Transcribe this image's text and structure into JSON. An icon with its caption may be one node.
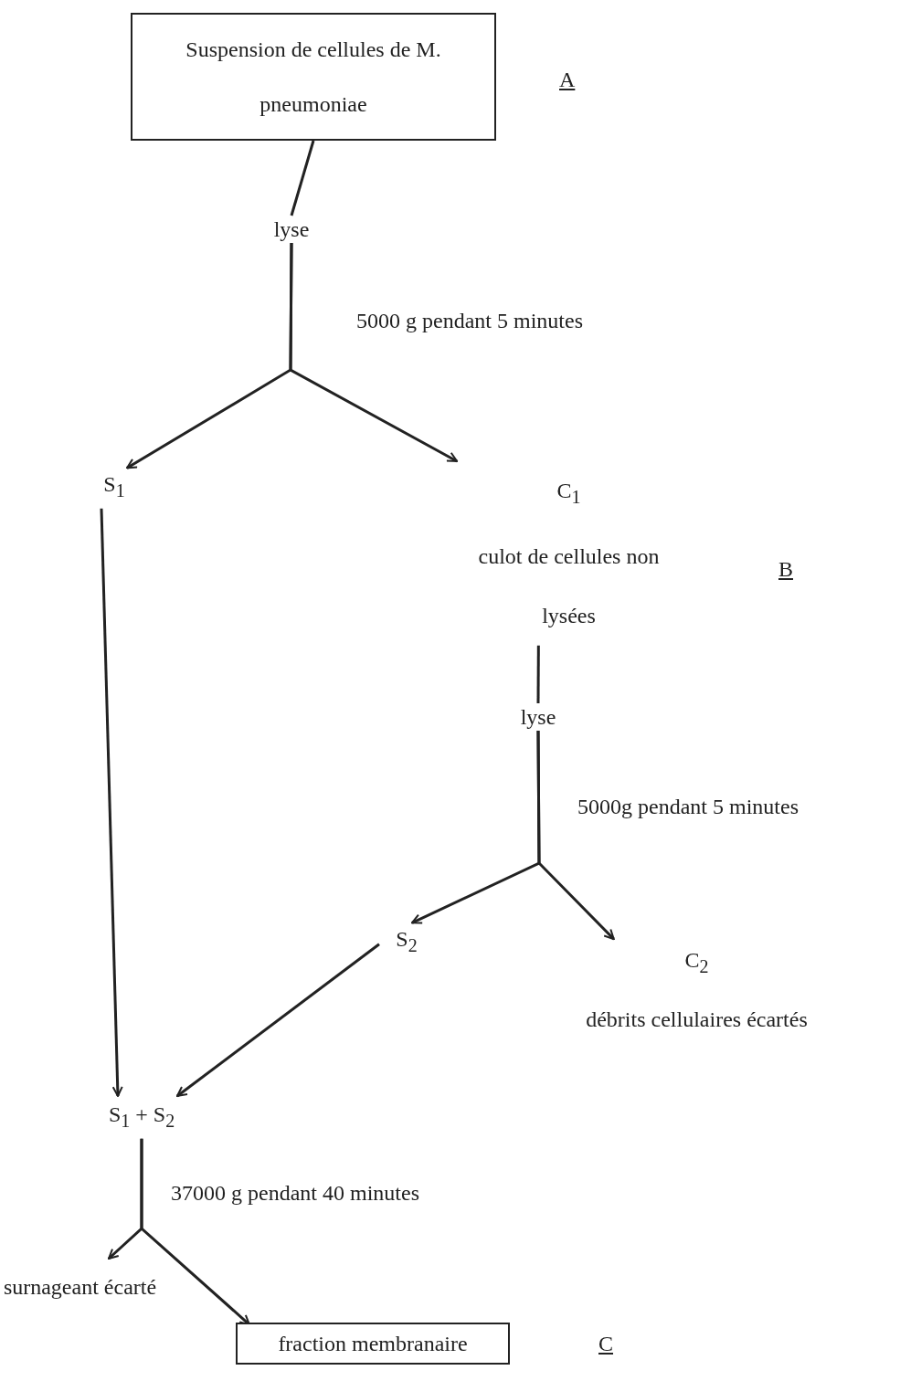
{
  "diagram": {
    "nodes": [
      {
        "text": [
          "Suspension de cellules de M. pneumoniae"
        ]
      },
      {
        "text": [
          "lyse"
        ]
      },
      {
        "text": [
          "S$_{1}$"
        ]
      },
      {
        "text": [
          "C$_{1}$",
          "culot de cellules non lysées"
        ]
      },
      {
        "text": [
          "lyse"
        ]
      },
      {
        "text": [
          "S$_{2}$"
        ]
      },
      {
        "text": [
          "C$_{2}$",
          "débrits cellulaires écartés"
        ]
      },
      {
        "text": [
          "S$_{1}$ + S$_{2}$"
        ]
      },
      {
        "text": [
          "surnageant écarté"
        ]
      },
      {
        "text": [
          "fraction membranaire"
        ]
      }
    ],
    "edges": [
      {
        "from": 0,
        "to": 1,
        "arrow": "none"
      },
      {
        "from": 1,
        "to": 2,
        "arrow": "to"
      },
      {
        "from": 1,
        "to": 3,
        "arrow": "to"
      },
      {
        "from": 3,
        "to": 4,
        "arrow": "none"
      },
      {
        "from": 4,
        "to": 5,
        "arrow": "to"
      },
      {
        "from": 4,
        "to": 6,
        "arrow": "to"
      },
      {
        "from": 2,
        "to": 7,
        "arrow": "to"
      },
      {
        "from": 5,
        "to": 7,
        "arrow": "to"
      },
      {
        "from": 7,
        "to": 8,
        "arrow": "to"
      },
      {
        "from": 7,
        "to": 9,
        "arrow": "to"
      }
    ],
    "labels": [
      "A",
      "5000 g pendant 5 minutes",
      "B",
      "5000g pendant 5 minutes",
      "37000 g pendant 40 minutes",
      "C"
    ]
  }
}
